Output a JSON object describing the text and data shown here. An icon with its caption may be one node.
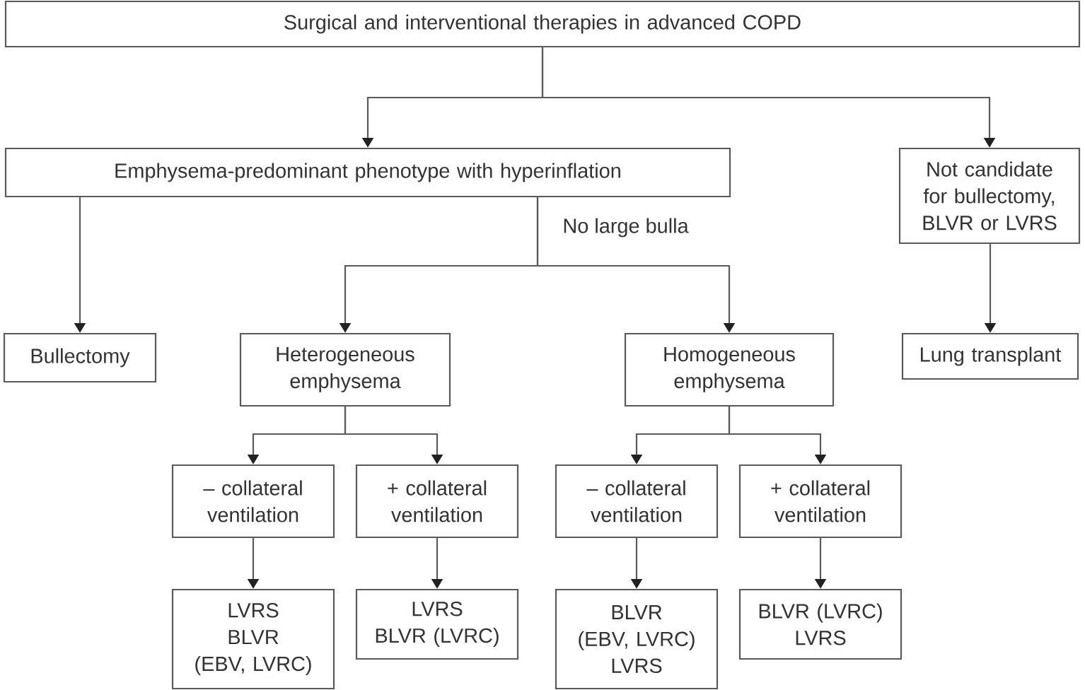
{
  "diagram": {
    "nodes": [
      {
        "text": [
          "Surgical and interventional therapies in advanced COPD"
        ]
      },
      {
        "text": [
          "Emphysema-predominant phenotype with hyperinflation"
        ]
      },
      {
        "text": [
          "Not candidate for bullectomy, BLVR or LVRS"
        ]
      },
      {
        "text": [
          "Bullectomy"
        ]
      },
      {
        "text": [
          "Heterogeneous emphysema"
        ]
      },
      {
        "text": [
          "Homogeneous emphysema"
        ]
      },
      {
        "text": [
          "Lung transplant"
        ]
      },
      {
        "text": [
          "– collateral ventilation"
        ]
      },
      {
        "text": [
          "+ collateral ventilation"
        ]
      },
      {
        "text": [
          "– collateral ventilation"
        ]
      },
      {
        "text": [
          "+ collateral ventilation"
        ]
      },
      {
        "text": [
          "LVRS",
          "BLVR (EBV, LVRC)"
        ]
      },
      {
        "text": [
          "LVRS",
          "BLVR (LVRC)"
        ]
      },
      {
        "text": [
          "BLVR (EBV, LVRC)",
          "LVRS"
        ]
      },
      {
        "text": [
          "BLVR (LVRC)",
          "LVRS"
        ]
      }
    ],
    "edges": [
      {
        "from": 0,
        "to": 1,
        "arrow": "to"
      },
      {
        "from": 0,
        "to": 2,
        "arrow": "to"
      },
      {
        "from": 1,
        "to": 3,
        "arrow": "to"
      },
      {
        "from": 1,
        "to": 4,
        "arrow": "to",
        "label": "No large bulla"
      },
      {
        "from": 1,
        "to": 5,
        "arrow": "to"
      },
      {
        "from": 2,
        "to": 6,
        "arrow": "to"
      },
      {
        "from": 4,
        "to": 7,
        "arrow": "to"
      },
      {
        "from": 4,
        "to": 8,
        "arrow": "to"
      },
      {
        "from": 5,
        "to": 9,
        "arrow": "to"
      },
      {
        "from": 5,
        "to": 10,
        "arrow": "to"
      },
      {
        "from": 7,
        "to": 11,
        "arrow": "to"
      },
      {
        "from": 8,
        "to": 12,
        "arrow": "to"
      },
      {
        "from": 9,
        "to": 13,
        "arrow": "to"
      },
      {
        "from": 10,
        "to": 14,
        "arrow": "to"
      }
    ]
  }
}
